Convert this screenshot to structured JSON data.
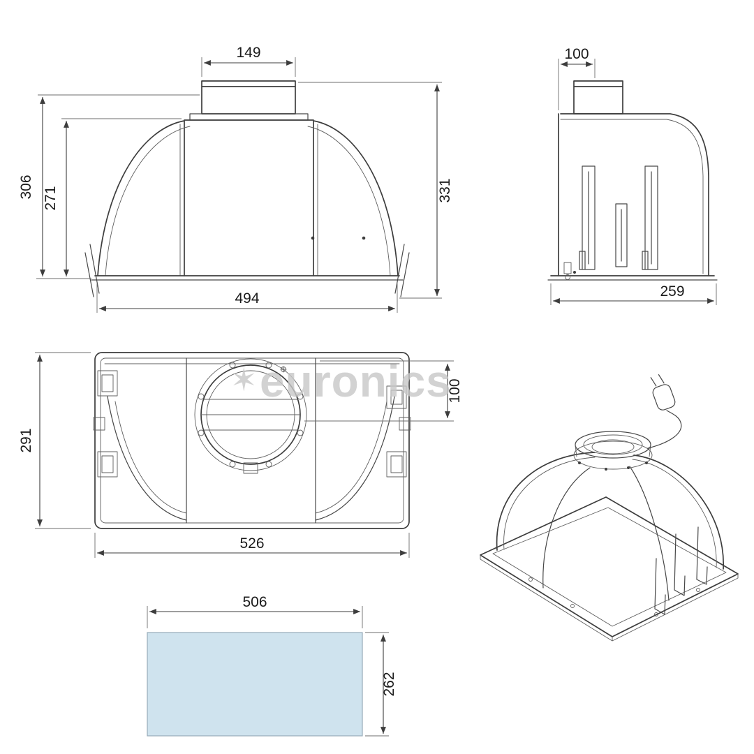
{
  "watermark": {
    "star": "✶",
    "text": "euronics",
    "color": "#c8c8c8"
  },
  "front_view": {
    "duct_width": "149",
    "height_overall": "331",
    "height_body": "306",
    "height_dome": "271",
    "base_width": "494"
  },
  "side_view": {
    "duct_offset": "100",
    "base_depth": "259"
  },
  "plan_view": {
    "depth": "291",
    "width": "526",
    "duct_center_offset": "100"
  },
  "cutout_view": {
    "width": "506",
    "depth": "262",
    "fill": "#cfe3ee"
  }
}
